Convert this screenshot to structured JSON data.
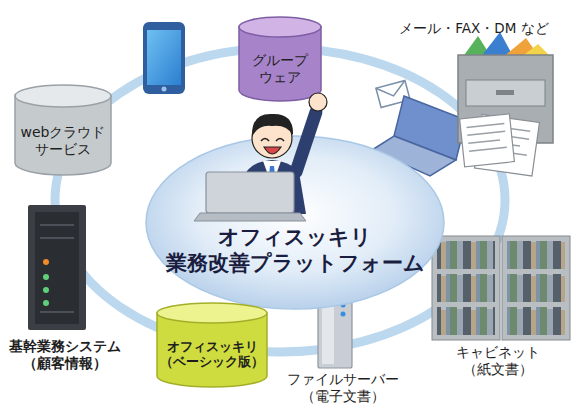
{
  "diagram": {
    "nodes": [
      {
        "text": [
          "グループ ウェア"
        ]
      },
      {
        "text": [
          "メール・FAX・DM など"
        ]
      },
      {
        "text": [
          "webクラウド サービス"
        ]
      },
      {
        "text": [
          "オフィスッキリ 業務改善プラットフォーム"
        ]
      },
      {
        "text": [
          "基幹業務システム （顧客情報）"
        ]
      },
      {
        "text": [
          "オフィスッキリ （ベーシック版）"
        ]
      },
      {
        "text": [
          "ファイルサーバー （電子文書）"
        ]
      },
      {
        "text": [
          "キャビネット （紙文書）"
        ]
      }
    ]
  }
}
